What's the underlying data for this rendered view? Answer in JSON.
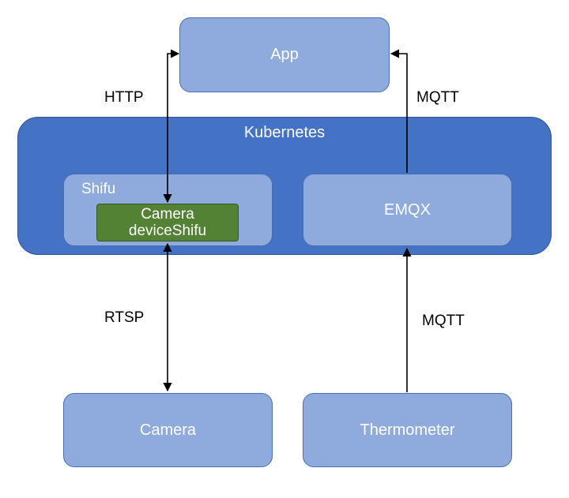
{
  "nodes": {
    "app": "App",
    "kubernetes": "Kubernetes",
    "shifu": "Shifu",
    "device_shifu_line1": "Camera",
    "device_shifu_line2": "deviceShifu",
    "emqx": "EMQX",
    "camera": "Camera",
    "thermometer": "Thermometer"
  },
  "edges": {
    "http": "HTTP",
    "mqtt_top": "MQTT",
    "rtsp": "RTSP",
    "mqtt_bottom": "MQTT"
  },
  "colors": {
    "light_box": "#8faadc",
    "kubernetes": "#4472c4",
    "device_shifu": "#548235"
  }
}
